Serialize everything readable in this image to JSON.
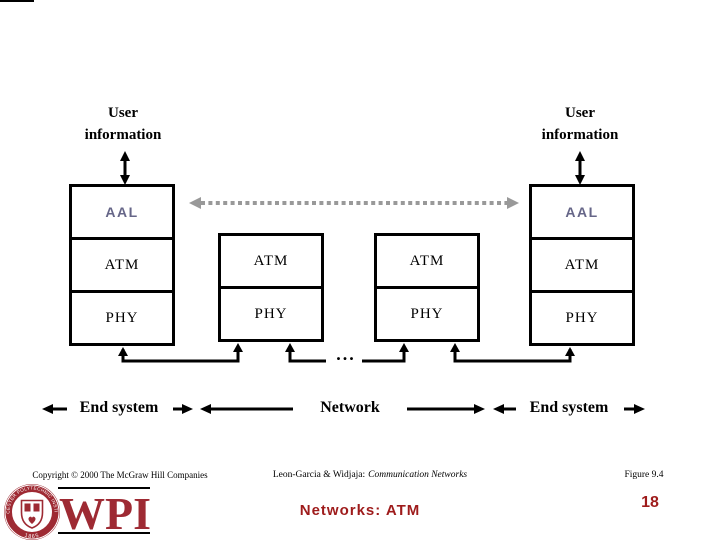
{
  "slide": {
    "user_info_left": "User information",
    "user_info_right": "User information",
    "stacks": {
      "end_system_left": [
        "AAL",
        "ATM",
        "PHY"
      ],
      "switch_left": [
        "ATM",
        "PHY"
      ],
      "switch_right": [
        "ATM",
        "PHY"
      ],
      "end_system_right": [
        "AAL",
        "ATM",
        "PHY"
      ]
    },
    "ellipsis": "...",
    "span_labels": {
      "end_system_left": "End system",
      "network": "Network",
      "end_system_right": "End system"
    }
  },
  "footer": {
    "copyright": "Copyright © 2000 The McGraw Hill Companies",
    "citation_prefix": "Leon-Garcia & Widjaja:",
    "citation_title": "Communication Networks",
    "figure": "Figure 9.4",
    "course_title": "Networks: ATM",
    "page_number": "18",
    "wpi_letters": "WPI",
    "seal_text": "WORCESTER POLYTECHNIC INSTITUTE",
    "seal_year": "1865"
  },
  "colors": {
    "aal_text": "#666688",
    "wpi_crimson": "#9E2A33",
    "title_red": "#9E1B1B",
    "arrow_gray": "#999999"
  }
}
